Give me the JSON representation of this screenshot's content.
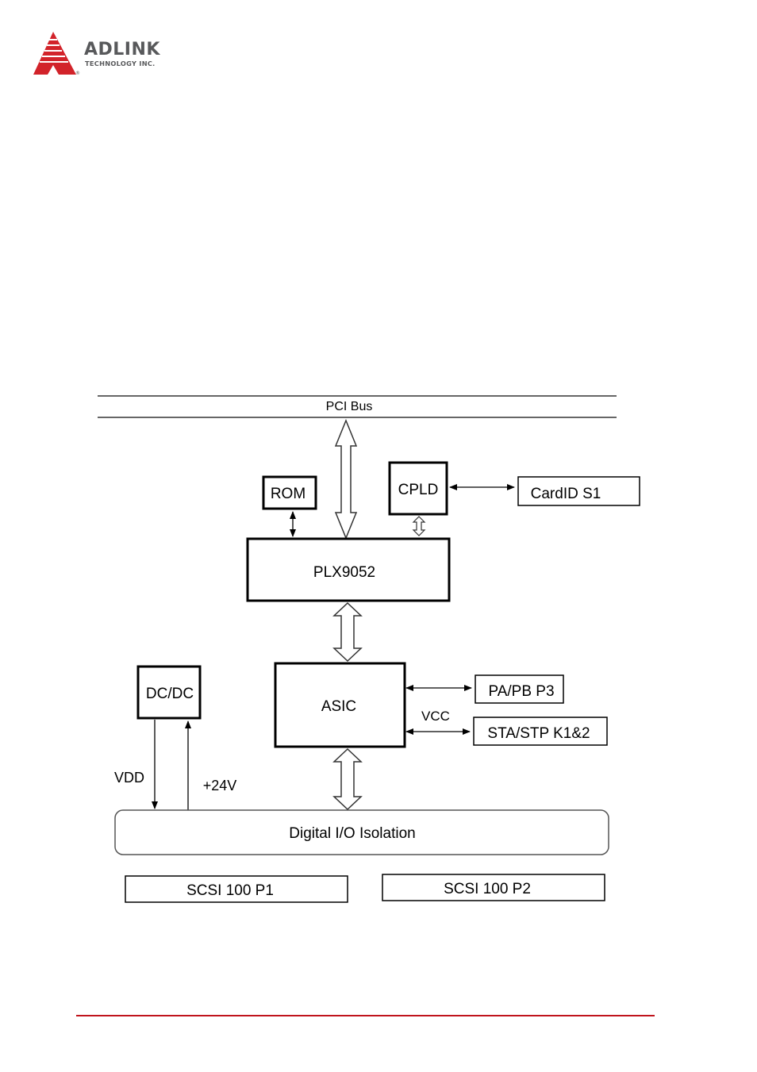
{
  "header": {
    "logo": {
      "name": "ADLINK",
      "subtitle": "TECHNOLOGY INC.",
      "registered": "®",
      "brand_color": "#d2232a",
      "text_color": "#58595b"
    }
  },
  "diagram": {
    "bus": "PCI Bus",
    "rom": "ROM",
    "cpld": "CPLD",
    "card_id": "CardID S1",
    "plx": "PLX9052",
    "asic": "ASIC",
    "dcdc": "DC/DC",
    "vcc": "VCC",
    "papb": "PA/PB P3",
    "stastp": "STA/STP K1&2",
    "vdd": "VDD",
    "v24": "+24V",
    "isolation": "Digital I/O Isolation",
    "scsi_p1": "SCSI 100 P1",
    "scsi_p2": "SCSI 100 P2"
  },
  "footer": {
    "rule_color": "#c0141c"
  }
}
